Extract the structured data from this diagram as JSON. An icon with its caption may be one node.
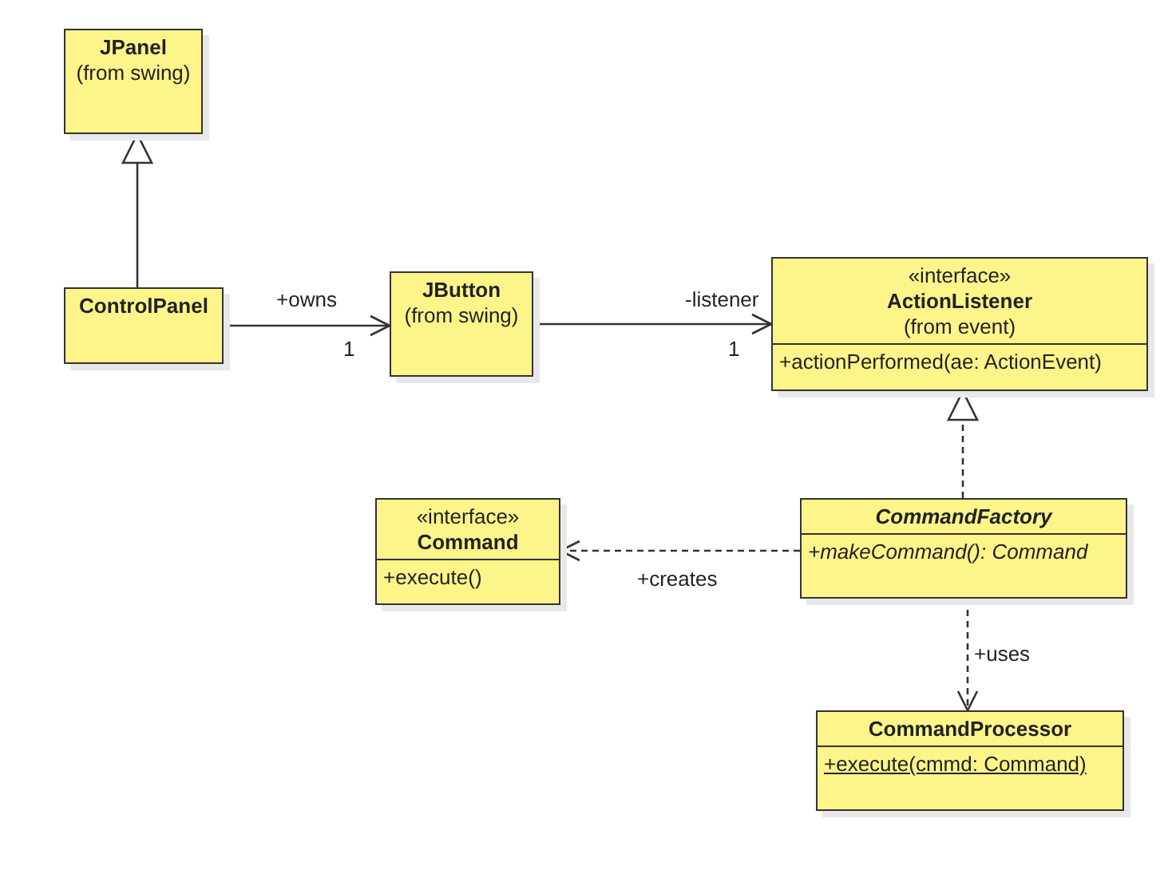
{
  "diagram": {
    "nodes": [
      {
        "text": [
          "JPanel",
          "(from swing)"
        ]
      },
      {
        "text": [
          "ControlPanel"
        ]
      },
      {
        "text": [
          "JButton",
          "(from swing)"
        ]
      },
      {
        "text": [
          "«interface»",
          "ActionListener",
          "(from event)",
          "+actionPerformed(ae: ActionEvent)"
        ]
      },
      {
        "text": [
          "«interface»",
          "Command",
          "+execute()"
        ]
      },
      {
        "text": [
          "CommandFactory",
          "+makeCommand(): Command"
        ]
      },
      {
        "text": [
          "CommandProcessor",
          "+execute(cmmd: Command)"
        ]
      }
    ],
    "edges": [
      {
        "from": 1,
        "to": 0,
        "arrow": "to"
      },
      {
        "from": 1,
        "to": 2,
        "arrow": "to",
        "label": "+owns"
      },
      {
        "from": 2,
        "to": 3,
        "arrow": "to",
        "label": "-listener"
      },
      {
        "from": 5,
        "to": 3,
        "arrow": "to",
        "style": "dashed"
      },
      {
        "from": 5,
        "to": 4,
        "arrow": "to",
        "style": "dashed",
        "label": "+creates"
      },
      {
        "from": 5,
        "to": 6,
        "arrow": "to",
        "style": "dashed",
        "label": "+uses"
      }
    ],
    "labels": [
      "1",
      "1"
    ]
  }
}
